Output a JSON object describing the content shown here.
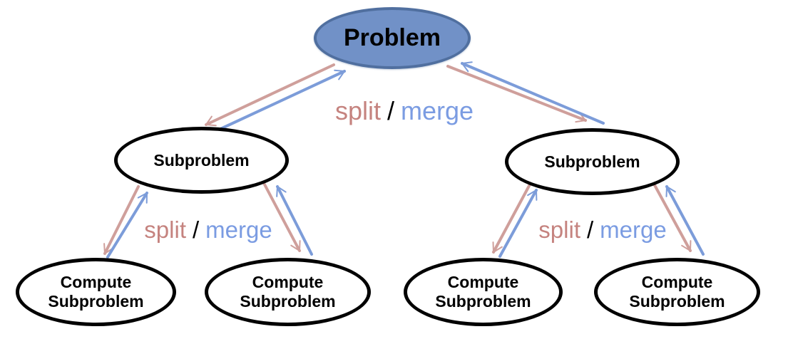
{
  "colors": {
    "problem_fill": "#7191c7",
    "problem_border": "#506f9f",
    "node_fill": "#ffffff",
    "node_border": "#000000",
    "node_text": "#000000",
    "split_text": "#c5837f",
    "merge_text": "#7b9ce2",
    "arrow_split": "#cf9f9b",
    "arrow_merge": "#7c9cd9"
  },
  "nodes": {
    "problem": {
      "label": "Problem"
    },
    "subproblem_left": {
      "label": "Subproblem"
    },
    "subproblem_right": {
      "label": "Subproblem"
    },
    "compute_left_1": {
      "line1": "Compute",
      "line2": "Subproblem"
    },
    "compute_left_2": {
      "line1": "Compute",
      "line2": "Subproblem"
    },
    "compute_right_1": {
      "line1": "Compute",
      "line2": "Subproblem"
    },
    "compute_right_2": {
      "line1": "Compute",
      "line2": "Subproblem"
    }
  },
  "edge_labels": {
    "top": {
      "split": "split",
      "separator": "/",
      "merge": "merge"
    },
    "left": {
      "split": "split",
      "separator": "/",
      "merge": "merge"
    },
    "right": {
      "split": "split",
      "separator": "/",
      "merge": "merge"
    }
  },
  "edges": [
    {
      "from": "problem",
      "to": "subproblem_left",
      "type": "split"
    },
    {
      "from": "subproblem_left",
      "to": "problem",
      "type": "merge"
    },
    {
      "from": "problem",
      "to": "subproblem_right",
      "type": "split"
    },
    {
      "from": "subproblem_right",
      "to": "problem",
      "type": "merge"
    },
    {
      "from": "subproblem_left",
      "to": "compute_left_1",
      "type": "split"
    },
    {
      "from": "compute_left_1",
      "to": "subproblem_left",
      "type": "merge"
    },
    {
      "from": "subproblem_left",
      "to": "compute_left_2",
      "type": "split"
    },
    {
      "from": "compute_left_2",
      "to": "subproblem_left",
      "type": "merge"
    },
    {
      "from": "subproblem_right",
      "to": "compute_right_1",
      "type": "split"
    },
    {
      "from": "compute_right_1",
      "to": "subproblem_right",
      "type": "merge"
    },
    {
      "from": "subproblem_right",
      "to": "compute_right_2",
      "type": "split"
    },
    {
      "from": "compute_right_2",
      "to": "subproblem_right",
      "type": "merge"
    }
  ]
}
